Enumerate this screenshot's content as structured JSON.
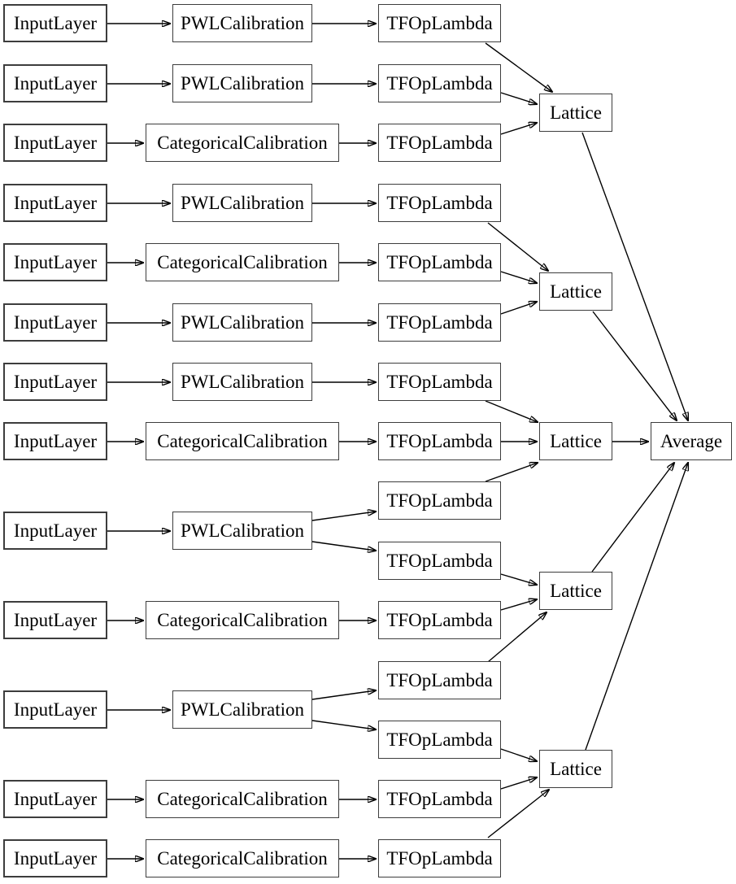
{
  "diagram": {
    "description": "Keras model graph: calibrated lattice ensemble",
    "colors": {
      "background": "#ffffff",
      "node_fill": "#ffffff",
      "node_border": "#3d3d3d",
      "edge": "#000000",
      "text": "#000000"
    },
    "nodes": [
      {
        "id": "input-1",
        "type": "InputLayer",
        "label": "InputLayer"
      },
      {
        "id": "input-2",
        "type": "InputLayer",
        "label": "InputLayer"
      },
      {
        "id": "input-3",
        "type": "InputLayer",
        "label": "InputLayer"
      },
      {
        "id": "input-4",
        "type": "InputLayer",
        "label": "InputLayer"
      },
      {
        "id": "input-5",
        "type": "InputLayer",
        "label": "InputLayer"
      },
      {
        "id": "input-6",
        "type": "InputLayer",
        "label": "InputLayer"
      },
      {
        "id": "input-7",
        "type": "InputLayer",
        "label": "InputLayer"
      },
      {
        "id": "input-8",
        "type": "InputLayer",
        "label": "InputLayer"
      },
      {
        "id": "input-9",
        "type": "InputLayer",
        "label": "InputLayer"
      },
      {
        "id": "input-10",
        "type": "InputLayer",
        "label": "InputLayer"
      },
      {
        "id": "input-11",
        "type": "InputLayer",
        "label": "InputLayer"
      },
      {
        "id": "input-12",
        "type": "InputLayer",
        "label": "InputLayer"
      },
      {
        "id": "input-13",
        "type": "InputLayer",
        "label": "InputLayer"
      },
      {
        "id": "pwlcal-1",
        "type": "PWLCalibration",
        "label": "PWLCalibration"
      },
      {
        "id": "pwlcal-2",
        "type": "PWLCalibration",
        "label": "PWLCalibration"
      },
      {
        "id": "catcal-1",
        "type": "CategoricalCalibration",
        "label": "CategoricalCalibration"
      },
      {
        "id": "pwlcal-3",
        "type": "PWLCalibration",
        "label": "PWLCalibration"
      },
      {
        "id": "catcal-2",
        "type": "CategoricalCalibration",
        "label": "CategoricalCalibration"
      },
      {
        "id": "pwlcal-4",
        "type": "PWLCalibration",
        "label": "PWLCalibration"
      },
      {
        "id": "pwlcal-5",
        "type": "PWLCalibration",
        "label": "PWLCalibration"
      },
      {
        "id": "catcal-3",
        "type": "CategoricalCalibration",
        "label": "CategoricalCalibration"
      },
      {
        "id": "pwlcal-6",
        "type": "PWLCalibration",
        "label": "PWLCalibration"
      },
      {
        "id": "catcal-4",
        "type": "CategoricalCalibration",
        "label": "CategoricalCalibration"
      },
      {
        "id": "pwlcal-7",
        "type": "PWLCalibration",
        "label": "PWLCalibration"
      },
      {
        "id": "catcal-5",
        "type": "CategoricalCalibration",
        "label": "CategoricalCalibration"
      },
      {
        "id": "catcal-6",
        "type": "CategoricalCalibration",
        "label": "CategoricalCalibration"
      },
      {
        "id": "tfop-1",
        "type": "TFOpLambda",
        "label": "TFOpLambda"
      },
      {
        "id": "tfop-2",
        "type": "TFOpLambda",
        "label": "TFOpLambda"
      },
      {
        "id": "tfop-3",
        "type": "TFOpLambda",
        "label": "TFOpLambda"
      },
      {
        "id": "tfop-4",
        "type": "TFOpLambda",
        "label": "TFOpLambda"
      },
      {
        "id": "tfop-5",
        "type": "TFOpLambda",
        "label": "TFOpLambda"
      },
      {
        "id": "tfop-6",
        "type": "TFOpLambda",
        "label": "TFOpLambda"
      },
      {
        "id": "tfop-7",
        "type": "TFOpLambda",
        "label": "TFOpLambda"
      },
      {
        "id": "tfop-8",
        "type": "TFOpLambda",
        "label": "TFOpLambda"
      },
      {
        "id": "tfop-9",
        "type": "TFOpLambda",
        "label": "TFOpLambda"
      },
      {
        "id": "tfop-10",
        "type": "TFOpLambda",
        "label": "TFOpLambda"
      },
      {
        "id": "tfop-11",
        "type": "TFOpLambda",
        "label": "TFOpLambda"
      },
      {
        "id": "tfop-12",
        "type": "TFOpLambda",
        "label": "TFOpLambda"
      },
      {
        "id": "tfop-13",
        "type": "TFOpLambda",
        "label": "TFOpLambda"
      },
      {
        "id": "tfop-14",
        "type": "TFOpLambda",
        "label": "TFOpLambda"
      },
      {
        "id": "tfop-15",
        "type": "TFOpLambda",
        "label": "TFOpLambda"
      },
      {
        "id": "lattice-1",
        "type": "Lattice",
        "label": "Lattice"
      },
      {
        "id": "lattice-2",
        "type": "Lattice",
        "label": "Lattice"
      },
      {
        "id": "lattice-3",
        "type": "Lattice",
        "label": "Lattice"
      },
      {
        "id": "lattice-4",
        "type": "Lattice",
        "label": "Lattice"
      },
      {
        "id": "lattice-5",
        "type": "Lattice",
        "label": "Lattice"
      },
      {
        "id": "average",
        "type": "Average",
        "label": "Average"
      }
    ],
    "edges": [
      {
        "from": "input-1",
        "to": "pwlcal-1"
      },
      {
        "from": "input-2",
        "to": "pwlcal-2"
      },
      {
        "from": "input-3",
        "to": "catcal-1"
      },
      {
        "from": "input-4",
        "to": "pwlcal-3"
      },
      {
        "from": "input-5",
        "to": "catcal-2"
      },
      {
        "from": "input-6",
        "to": "pwlcal-4"
      },
      {
        "from": "input-7",
        "to": "pwlcal-5"
      },
      {
        "from": "input-8",
        "to": "catcal-3"
      },
      {
        "from": "input-9",
        "to": "pwlcal-6"
      },
      {
        "from": "input-10",
        "to": "catcal-4"
      },
      {
        "from": "input-11",
        "to": "pwlcal-7"
      },
      {
        "from": "input-12",
        "to": "catcal-5"
      },
      {
        "from": "input-13",
        "to": "catcal-6"
      },
      {
        "from": "pwlcal-1",
        "to": "tfop-1"
      },
      {
        "from": "pwlcal-2",
        "to": "tfop-2"
      },
      {
        "from": "catcal-1",
        "to": "tfop-3"
      },
      {
        "from": "pwlcal-3",
        "to": "tfop-4"
      },
      {
        "from": "catcal-2",
        "to": "tfop-5"
      },
      {
        "from": "pwlcal-4",
        "to": "tfop-6"
      },
      {
        "from": "pwlcal-5",
        "to": "tfop-7"
      },
      {
        "from": "catcal-3",
        "to": "tfop-8"
      },
      {
        "from": "pwlcal-6",
        "to": "tfop-9"
      },
      {
        "from": "pwlcal-6",
        "to": "tfop-10"
      },
      {
        "from": "catcal-4",
        "to": "tfop-11"
      },
      {
        "from": "pwlcal-7",
        "to": "tfop-12"
      },
      {
        "from": "pwlcal-7",
        "to": "tfop-13"
      },
      {
        "from": "catcal-5",
        "to": "tfop-14"
      },
      {
        "from": "catcal-6",
        "to": "tfop-15"
      },
      {
        "from": "tfop-1",
        "to": "lattice-1"
      },
      {
        "from": "tfop-2",
        "to": "lattice-1"
      },
      {
        "from": "tfop-3",
        "to": "lattice-1"
      },
      {
        "from": "tfop-4",
        "to": "lattice-2"
      },
      {
        "from": "tfop-5",
        "to": "lattice-2"
      },
      {
        "from": "tfop-6",
        "to": "lattice-2"
      },
      {
        "from": "tfop-7",
        "to": "lattice-3"
      },
      {
        "from": "tfop-8",
        "to": "lattice-3"
      },
      {
        "from": "tfop-9",
        "to": "lattice-3"
      },
      {
        "from": "tfop-10",
        "to": "lattice-4"
      },
      {
        "from": "tfop-11",
        "to": "lattice-4"
      },
      {
        "from": "tfop-12",
        "to": "lattice-4"
      },
      {
        "from": "tfop-13",
        "to": "lattice-5"
      },
      {
        "from": "tfop-14",
        "to": "lattice-5"
      },
      {
        "from": "tfop-15",
        "to": "lattice-5"
      },
      {
        "from": "lattice-1",
        "to": "average"
      },
      {
        "from": "lattice-2",
        "to": "average"
      },
      {
        "from": "lattice-3",
        "to": "average"
      },
      {
        "from": "lattice-4",
        "to": "average"
      },
      {
        "from": "lattice-5",
        "to": "average"
      }
    ]
  }
}
